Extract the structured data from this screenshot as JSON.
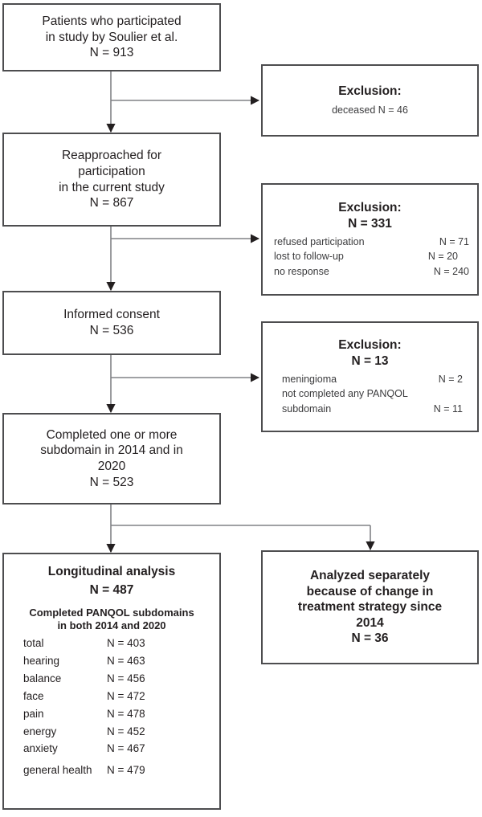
{
  "diagram": {
    "title": "Study participation flow diagram",
    "line_color": "#4d4d4f",
    "connector_color": "#808285",
    "text_color": "#231f20"
  },
  "nodes": {
    "source_cohort": {
      "line1": "Patients who participated",
      "line2": "in study by Soulier et al.",
      "n": "N = 913"
    },
    "reapproached": {
      "line1": "Reapproached for",
      "line2": "participation",
      "line3": "in the current study",
      "n": "N = 867"
    },
    "informed_consent": {
      "line1": "Informed consent",
      "n": "N = 536"
    },
    "completed_subdomain": {
      "line1": "Completed one or more",
      "line2": "subdomain in 2014 and in",
      "line3": "2020",
      "n": "N = 523"
    },
    "longitudinal": {
      "title": "Longitudinal analysis",
      "n": "N = 487",
      "subheader_line1": "Completed PANQOL subdomains",
      "subheader_line2": "in both 2014 and 2020",
      "subdomains": [
        {
          "label": "total",
          "value": "N = 403"
        },
        {
          "label": "hearing",
          "value": "N = 463"
        },
        {
          "label": "balance",
          "value": "N = 456"
        },
        {
          "label": "face",
          "value": "N = 472"
        },
        {
          "label": "pain",
          "value": "N = 478"
        },
        {
          "label": "energy",
          "value": "N = 452"
        },
        {
          "label": "anxiety",
          "value": "N = 467"
        },
        {
          "label": "general health",
          "value": "N = 479"
        }
      ]
    },
    "analyzed_separately": {
      "line1": "Analyzed separately",
      "line2": "because of change in",
      "line3": "treatment strategy since",
      "line4": "2014",
      "n": "N = 36"
    },
    "exclusion_1": {
      "title": "Exclusion:",
      "detail": "deceased N = 46"
    },
    "exclusion_2": {
      "title": "Exclusion:",
      "n": "N = 331",
      "reasons": [
        {
          "label": "refused participation",
          "value": "N = 71"
        },
        {
          "label": "lost to follow-up",
          "value": "N = 20"
        },
        {
          "label": "no response",
          "value": "N = 240"
        }
      ]
    },
    "exclusion_3": {
      "title": "Exclusion:",
      "n": "N = 13",
      "reasons": [
        {
          "label": "meningioma",
          "value": "N = 2"
        },
        {
          "label": "not completed any PANQOL",
          "value": ""
        },
        {
          "label": "subdomain",
          "value": "N = 11"
        }
      ]
    }
  }
}
